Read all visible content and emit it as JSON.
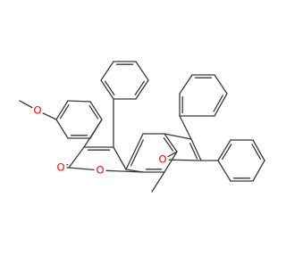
{
  "molecule": {
    "atom_labels": {
      "methoxy_oxygen": "O",
      "carbonyl_oxygen": "O",
      "ring_oxygen_pyranone": "O",
      "ring_oxygen_furan": "O"
    },
    "colors": {
      "bond": "#3a3a3a",
      "oxygen": "#ff0000",
      "background": "#ffffff"
    }
  }
}
